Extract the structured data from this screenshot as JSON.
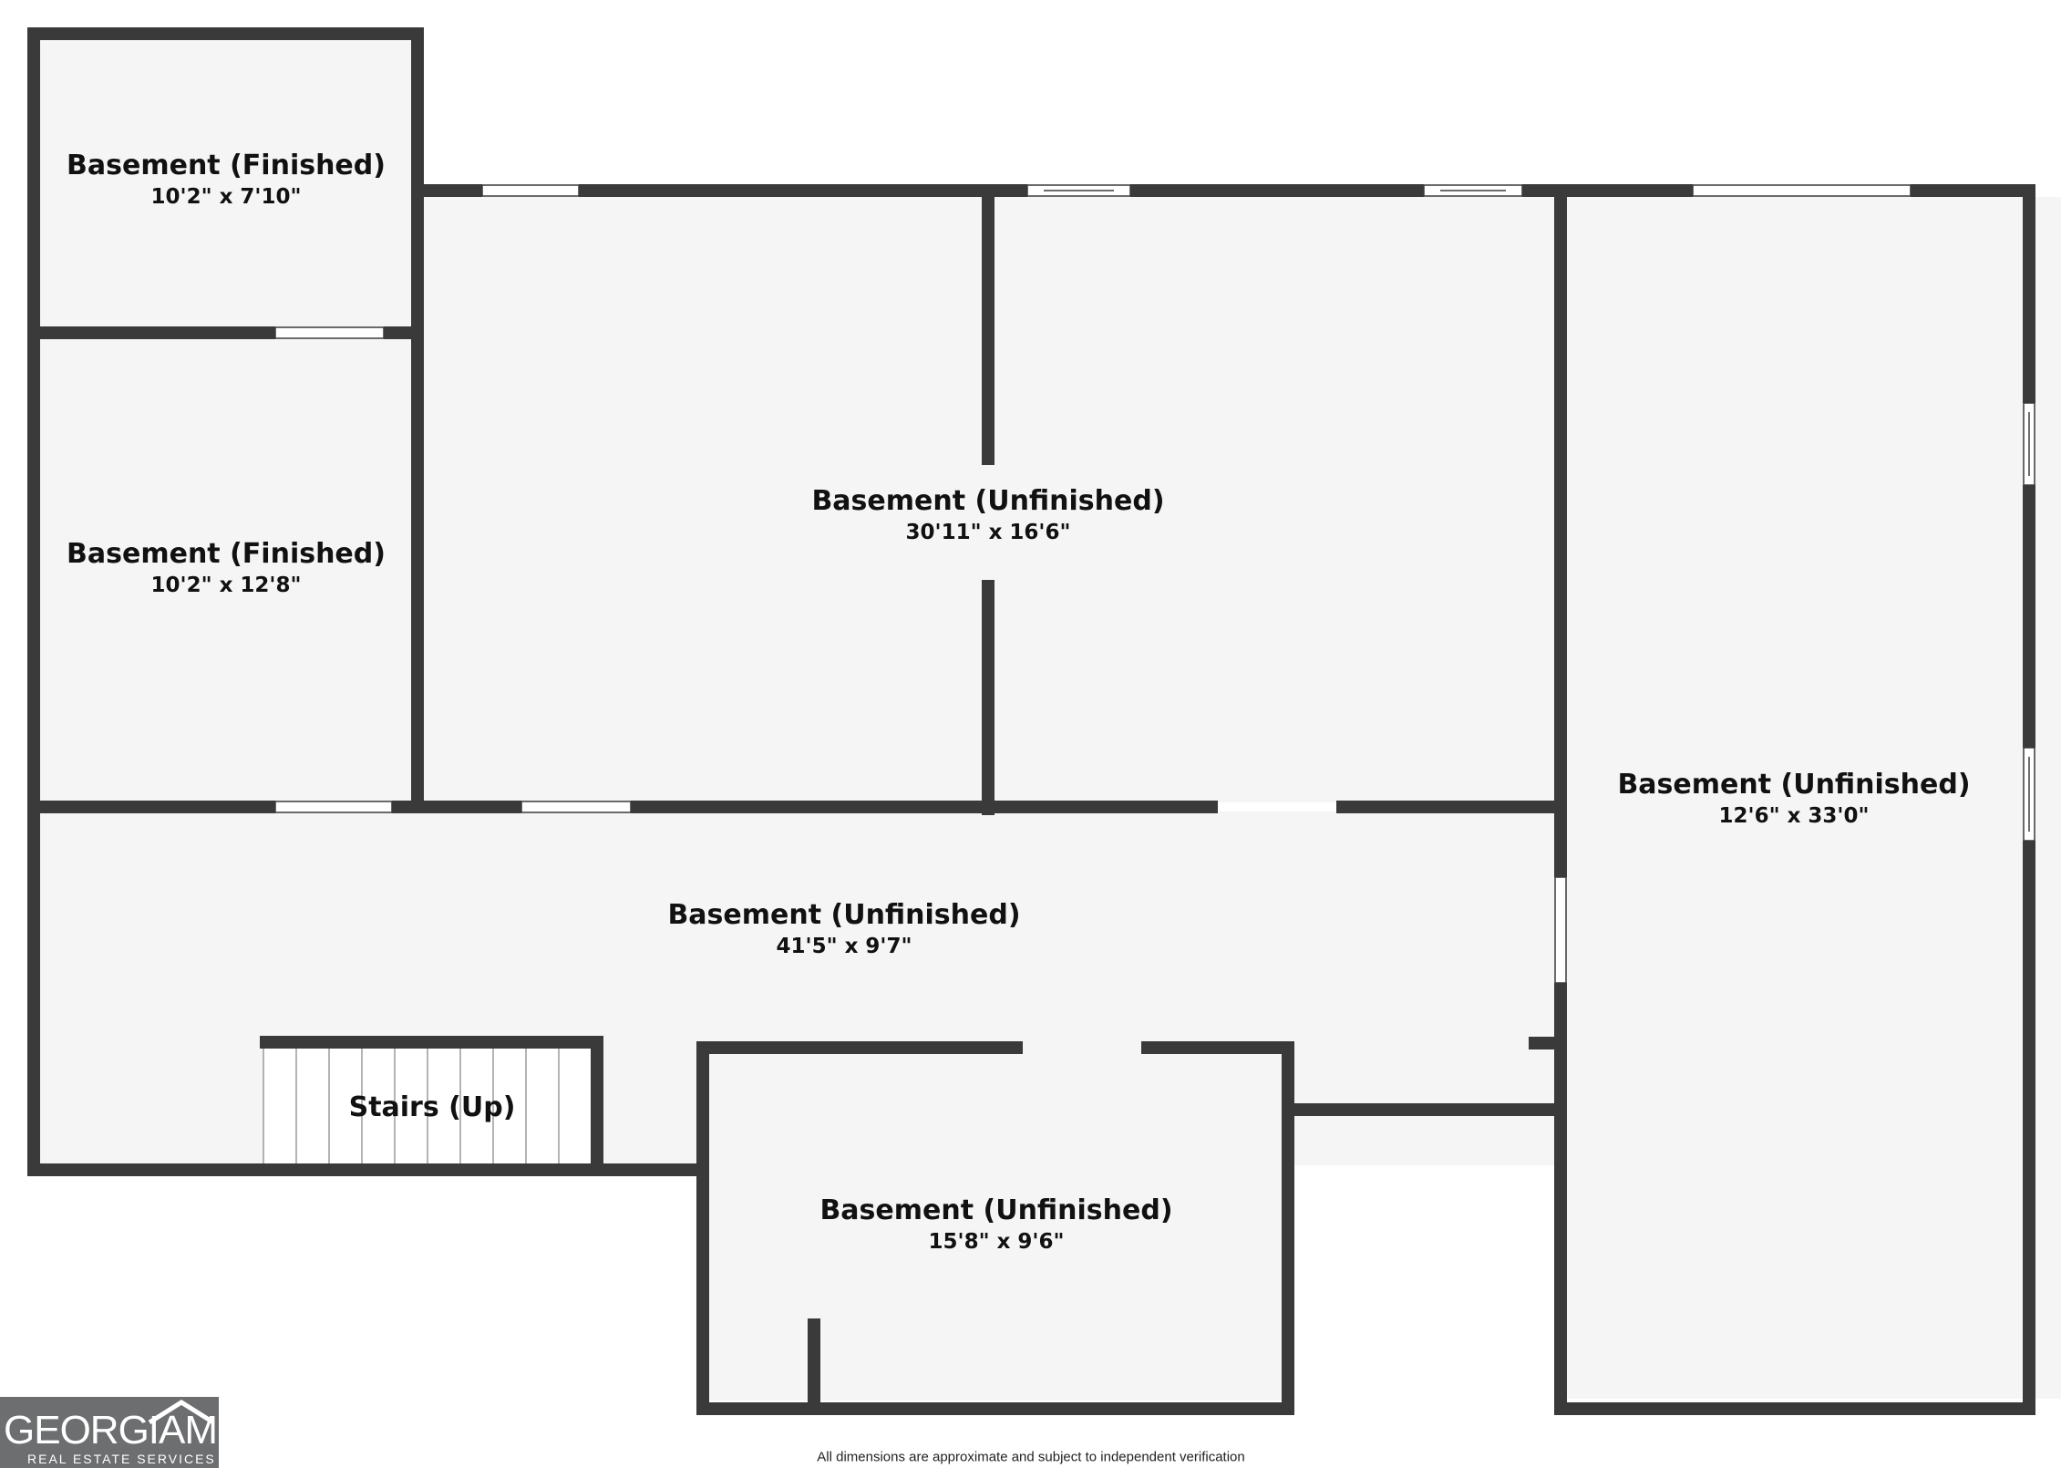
{
  "rooms": [
    {
      "name": "Basement (Finished)",
      "dimensions": "10'2\" x 7'10\""
    },
    {
      "name": "Basement (Finished)",
      "dimensions": "10'2\" x 12'8\""
    },
    {
      "name": "Basement (Unfinished)",
      "dimensions": "30'11\" x 16'6\""
    },
    {
      "name": "Basement (Unfinished)",
      "dimensions": "12'6\" x 33'0\""
    },
    {
      "name": "Basement (Unfinished)",
      "dimensions": "41'5\" x 9'7\""
    },
    {
      "name": "Stairs (Up)",
      "dimensions": ""
    },
    {
      "name": "Basement (Unfinished)",
      "dimensions": "15'8\" x 9'6\""
    }
  ],
  "footnote": "All dimensions are approximate and subject to independent verification",
  "logo": {
    "main": "GEORGIAMLS",
    "sub": "REAL ESTATE SERVICES"
  },
  "colors": {
    "wall": "#3a3a3a",
    "floor": "#f5f5f5",
    "window": "#ffffff",
    "logo_bg": "#6d6e70"
  }
}
